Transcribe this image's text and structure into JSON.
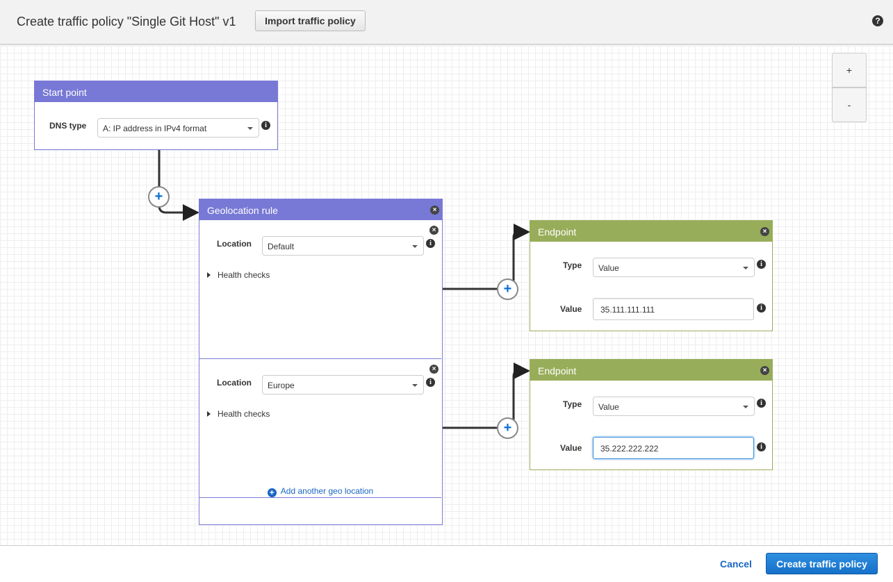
{
  "header": {
    "title": "Create traffic policy \"Single Git Host\" v1",
    "import_label": "Import traffic policy",
    "help_icon": "question-circle-icon"
  },
  "zoom": {
    "in_label": "+",
    "out_label": "-"
  },
  "start_point": {
    "title": "Start point",
    "dns_type_label": "DNS type",
    "dns_type_value": "A: IP address in IPv4 format"
  },
  "geo_rule": {
    "title": "Geolocation rule",
    "locations": [
      {
        "label": "Location",
        "value": "Default",
        "health_checks": "Health checks"
      },
      {
        "label": "Location",
        "value": "Europe",
        "health_checks": "Health checks"
      }
    ],
    "add_label": "Add another geo location"
  },
  "endpoints": [
    {
      "title": "Endpoint",
      "type_label": "Type",
      "type_value": "Value",
      "value_label": "Value",
      "value": "35.111.111.111"
    },
    {
      "title": "Endpoint",
      "type_label": "Type",
      "type_value": "Value",
      "value_label": "Value",
      "value": "35.222.222.222"
    }
  ],
  "footer": {
    "cancel_label": "Cancel",
    "create_label": "Create traffic policy"
  },
  "colors": {
    "rule_header": "#7878d6",
    "endpoint_header": "#98ad5a",
    "primary": "#1670c8",
    "link": "#1a66c4"
  }
}
